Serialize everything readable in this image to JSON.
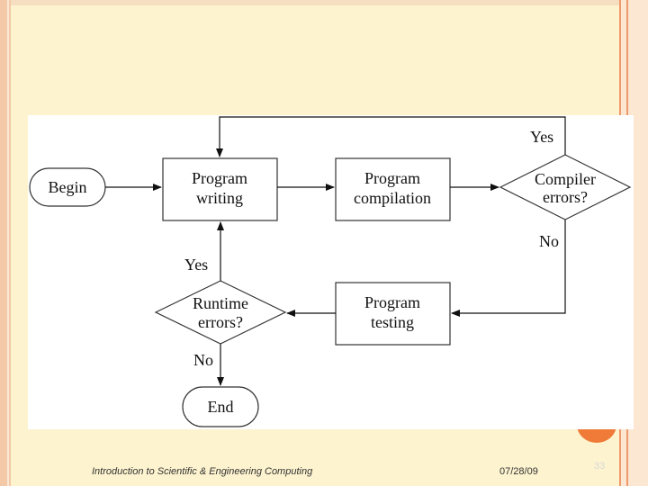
{
  "flowchart": {
    "begin": "Begin",
    "program_writing": [
      "Program",
      "writing"
    ],
    "program_compilation": [
      "Program",
      "compilation"
    ],
    "compiler_errors": [
      "Compiler",
      "errors?"
    ],
    "program_testing": [
      "Program",
      "testing"
    ],
    "runtime_errors": [
      "Runtime",
      "errors?"
    ],
    "end": "End",
    "yes_compiler": "Yes",
    "no_compiler": "No",
    "yes_runtime": "Yes",
    "no_runtime": "No"
  },
  "footer": {
    "course": "Introduction to Scientific & Engineering Computing",
    "date": "07/28/09",
    "page": "33"
  },
  "colors": {
    "background": "#fdf3cf",
    "accent_orange": "#f07a38",
    "border_salmon": "#ef9a6c"
  }
}
